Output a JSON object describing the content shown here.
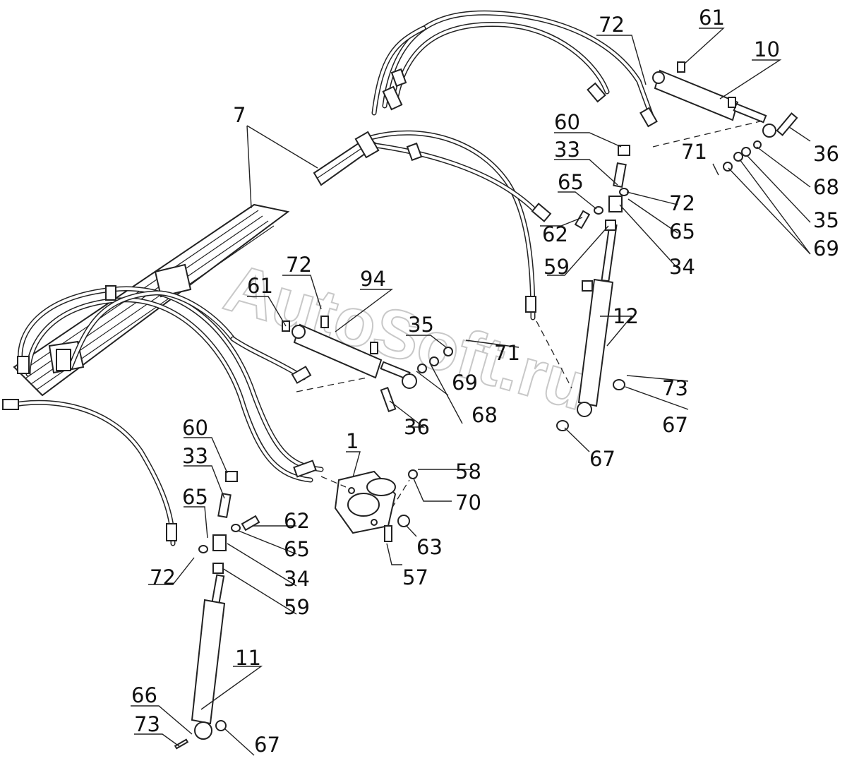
{
  "watermark": "AutoSoft.ru",
  "callouts": {
    "c7": "7",
    "c72a": "72",
    "c61a": "61",
    "c10": "10",
    "c36a": "36",
    "c68a": "68",
    "c35a": "35",
    "c69a": "69",
    "c71a": "71",
    "c60a": "60",
    "c33a": "33",
    "c65a": "65",
    "c72b": "72",
    "c65b": "65",
    "c62a": "62",
    "c34a": "34",
    "c59a": "59",
    "c12": "12",
    "c73a": "73",
    "c67a": "67",
    "c67b": "67",
    "c72c": "72",
    "c94": "94",
    "c61b": "61",
    "c35b": "35",
    "c71b": "71",
    "c69b": "69",
    "c36b": "36",
    "c68b": "68",
    "c1": "1",
    "c58": "58",
    "c70": "70",
    "c63": "63",
    "c57": "57",
    "c60b": "60",
    "c33b": "33",
    "c65c": "65",
    "c62b": "62",
    "c65d": "65",
    "c72d": "72",
    "c34b": "34",
    "c59b": "59",
    "c11": "11",
    "c66": "66",
    "c73b": "73",
    "c67c": "67"
  }
}
